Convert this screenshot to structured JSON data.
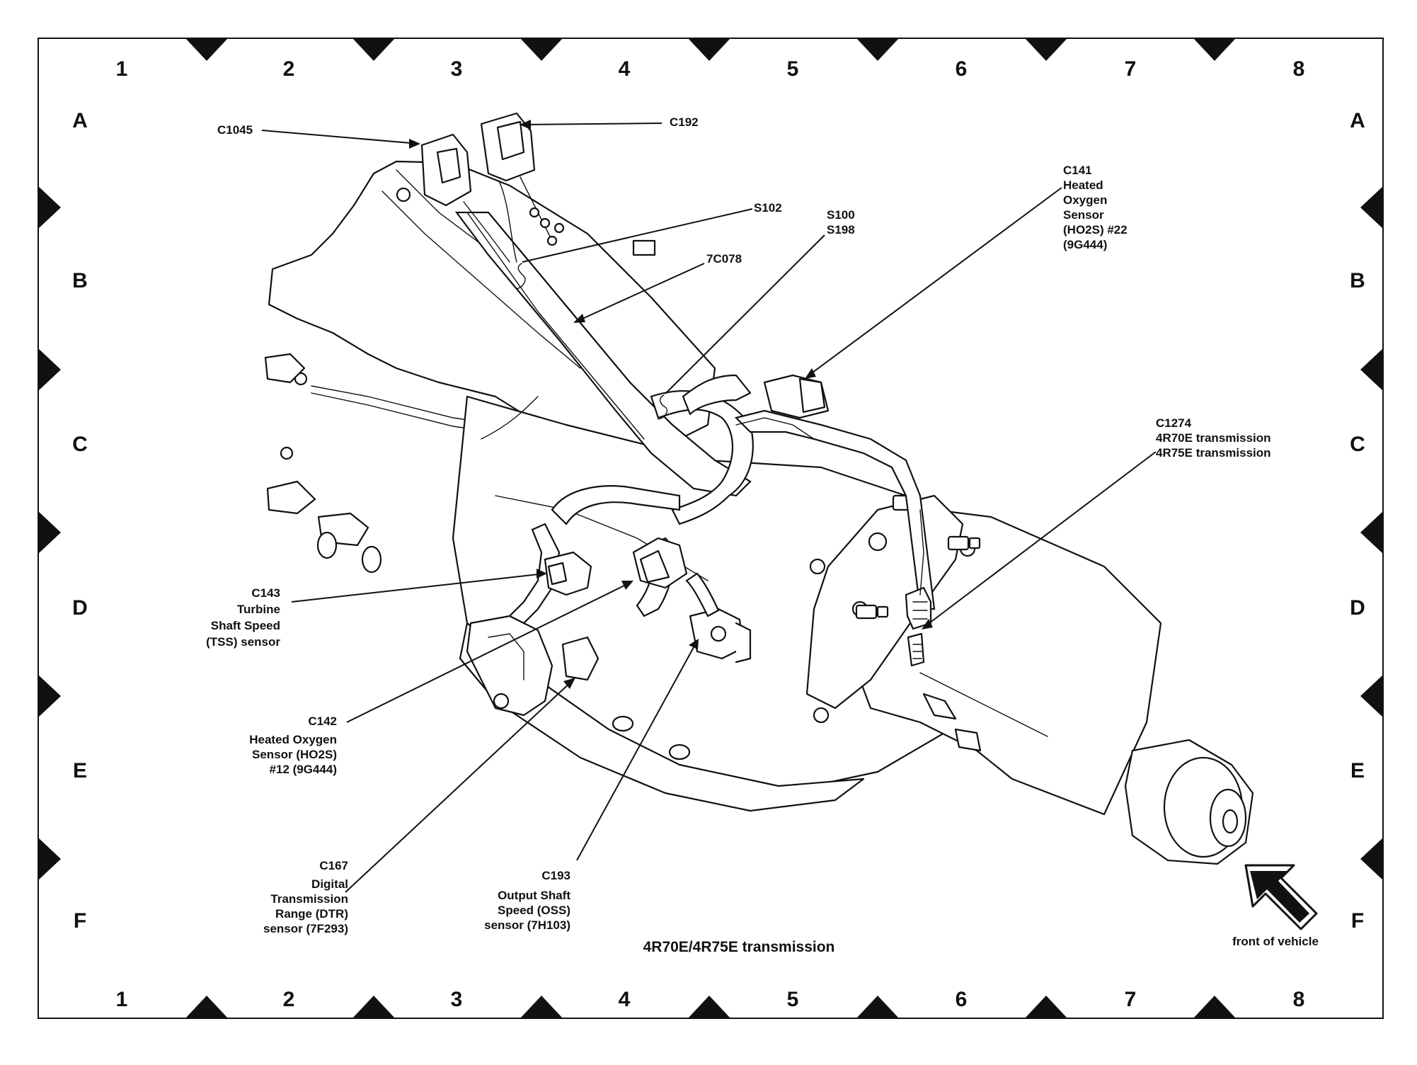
{
  "grid": {
    "columns": [
      "1",
      "2",
      "3",
      "4",
      "5",
      "6",
      "7",
      "8"
    ],
    "rows": [
      "A",
      "B",
      "C",
      "D",
      "E",
      "F"
    ]
  },
  "labels": {
    "c1045": "C1045",
    "c192": "C192",
    "s102": "S102",
    "s100": [
      "S100",
      "S198"
    ],
    "c7c078": "7C078",
    "c141": [
      "C141",
      "Heated",
      "Oxygen",
      "Sensor",
      "(HO2S) #22",
      "(9G444)"
    ],
    "c1274": [
      "C1274",
      "4R70E transmission",
      "4R75E transmission"
    ],
    "c143": [
      "C143",
      "Turbine",
      "Shaft Speed",
      "(TSS) sensor"
    ],
    "c142": [
      "C142",
      "Heated Oxygen",
      "Sensor (HO2S)",
      "#12 (9G444)"
    ],
    "c167": [
      "C167",
      "Digital",
      "Transmission",
      "Range (DTR)",
      "sensor (7F293)"
    ],
    "c193": [
      "C193",
      "Output Shaft",
      "Speed (OSS)",
      "sensor (7H103)"
    ]
  },
  "caption": "4R70E/4R75E transmission",
  "front_label": "front of vehicle"
}
